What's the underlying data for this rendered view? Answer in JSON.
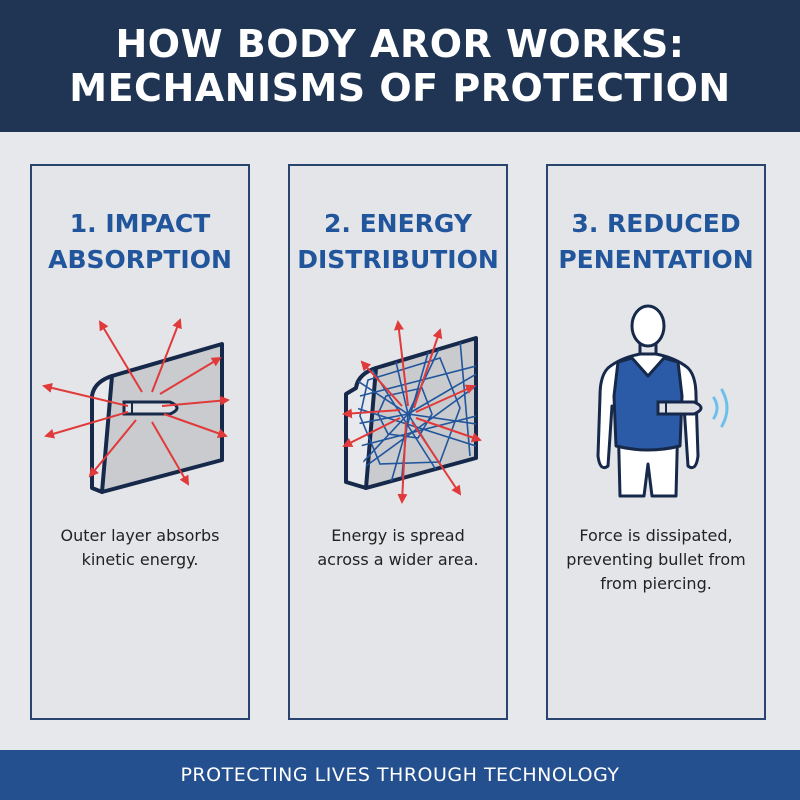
{
  "header": {
    "title_line1": "HOW BODY AROR WORKS:",
    "title_line2": "MECHANISMS OF PROTECTION"
  },
  "panels": [
    {
      "title_line1": "1. IMPACT",
      "title_line2": "ABSORPTION",
      "desc_line1": "Outer layer absorbs",
      "desc_line2": "kinetic energy.",
      "illustration_icon": "bullet-impact-plate-icon"
    },
    {
      "title_line1": "2. ENERGY",
      "title_line2": "DISTRIBUTION",
      "desc_line1": "Energy is spread",
      "desc_line2": "across a wider area.",
      "illustration_icon": "fiber-mesh-plate-icon"
    },
    {
      "title_line1": "3. REDUCED",
      "title_line2": "PENENTATION",
      "desc_line1": "Force is dissipated,",
      "desc_line2": "preventing bullet from",
      "desc_line3": "from piercing.",
      "illustration_icon": "vest-wearer-icon"
    }
  ],
  "footer": {
    "text": "PROTECTING LIVES THROUGH TECHNOLOGY"
  },
  "colors": {
    "header_bg": "#1f3553",
    "panel_title": "#21559c",
    "panel_border": "#2a4470",
    "arrow_red": "#e03a3a",
    "vest_blue": "#2b5aa6",
    "footer_bg": "#24508f",
    "background": "#e7e8eb"
  }
}
